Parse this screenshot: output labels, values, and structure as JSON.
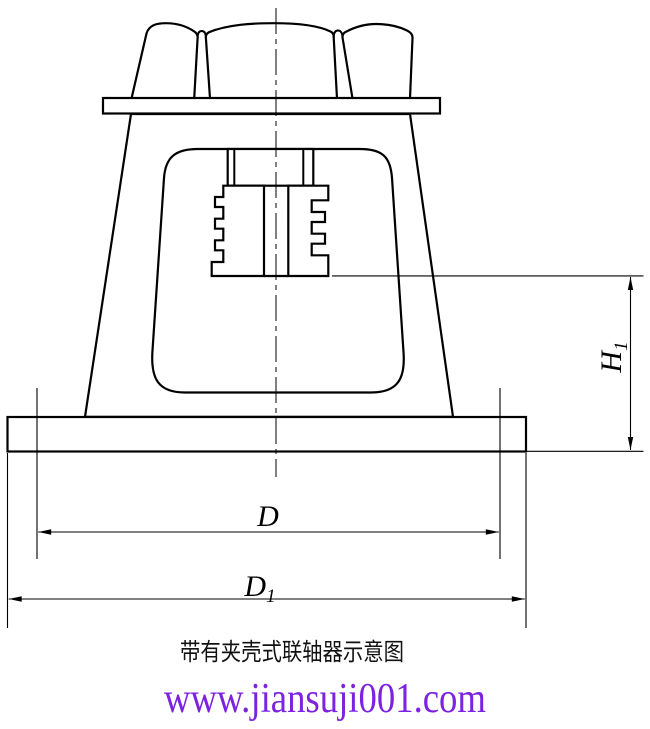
{
  "drawing": {
    "line_color": "#000000",
    "dim_d": {
      "label": "D"
    },
    "dim_d1": {
      "main": "D",
      "sub": "1"
    },
    "dim_h1": {
      "main": "H",
      "sub": "1"
    }
  },
  "caption": {
    "text": "带有夹壳式联轴器示意图"
  },
  "watermark": {
    "text": "www.jiansuji001.com",
    "color": "#7c22e0"
  }
}
